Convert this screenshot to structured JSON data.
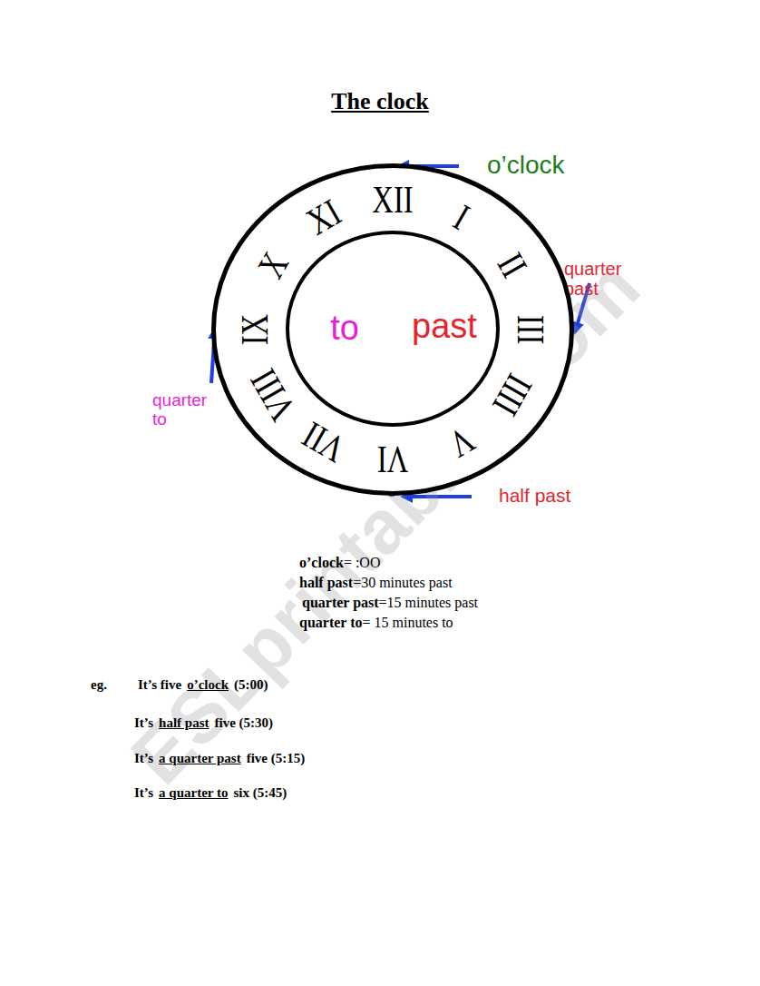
{
  "diagram": {
    "title": "The clock",
    "nodes": [
      {
        "text": [
          "XII",
          "I",
          "II",
          "III",
          "IIII",
          "V",
          "VI",
          "VII",
          "VIII",
          "IX",
          "X",
          "XI"
        ]
      },
      {
        "text": [
          "to",
          "past"
        ],
        "in": 0
      }
    ],
    "labels": [
      "o’clock",
      "quarter past",
      "quarter to",
      "half past",
      "o’clock",
      "= :OO",
      "half past",
      "=30 minutes past",
      "quarter past",
      "=15 minutes past",
      "quarter to",
      "= 15 minutes to",
      "eg.",
      "It’s five",
      "o’clock",
      "(5:00)",
      "It’s",
      "half past",
      "five (5:30)",
      "It’s",
      "a quarter past",
      "five (5:15)",
      "It’s",
      "a quarter to",
      "six (5:45)",
      "ESLprintables.com"
    ]
  }
}
